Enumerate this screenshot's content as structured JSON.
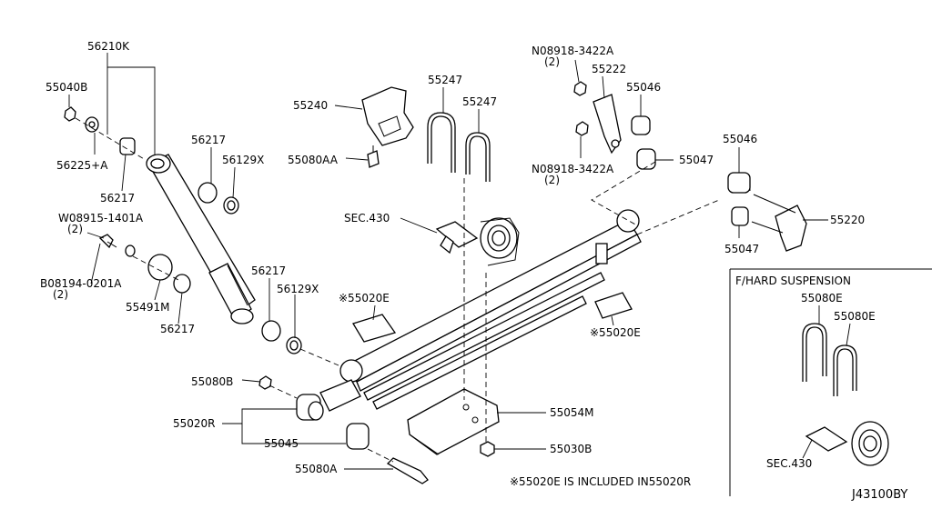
{
  "diagram_code": "J43100BY",
  "note": "※55020E IS INCLUDED IN55020R",
  "inset_title": "F/HARD SUSPENSION",
  "colors": {
    "line": "#000000",
    "background": "#ffffff"
  },
  "labels": {
    "p56210K": "56210K",
    "p55040B": "55040B",
    "p56225A": "56225+A",
    "p56217_a": "56217",
    "p56217_b": "56217",
    "p56129X_a": "56129X",
    "p08915": "W08915-1401A",
    "p08915_qty": "(2)",
    "p08194": "B08194-0201A",
    "p08194_qty": "(2)",
    "p55491M": "55491M",
    "p56217_c": "56217",
    "p56217_d": "56217",
    "p56129X_b": "56129X",
    "p55240": "55240",
    "p55080AA": "55080AA",
    "p55247_a": "55247",
    "p55247_b": "55247",
    "pSEC430": "SEC.430",
    "p55020E_a": "※55020E",
    "p55020E_b": "※55020E",
    "p08918_a": "N08918-3422A",
    "p08918_a_qty": "(2)",
    "p55222": "55222",
    "p55046_a": "55046",
    "p08918_b": "N08918-3422A",
    "p08918_b_qty": "(2)",
    "p55047_a": "55047",
    "p55046_b": "55046",
    "p55220": "55220",
    "p55047_b": "55047",
    "p55080B": "55080B",
    "p55020R": "55020R",
    "p55045": "55045",
    "p55080A": "55080A",
    "p55054M": "55054M",
    "p55030B": "55030B",
    "p55080E_a": "55080E",
    "p55080E_b": "55080E",
    "pSEC430_b": "SEC.430"
  }
}
